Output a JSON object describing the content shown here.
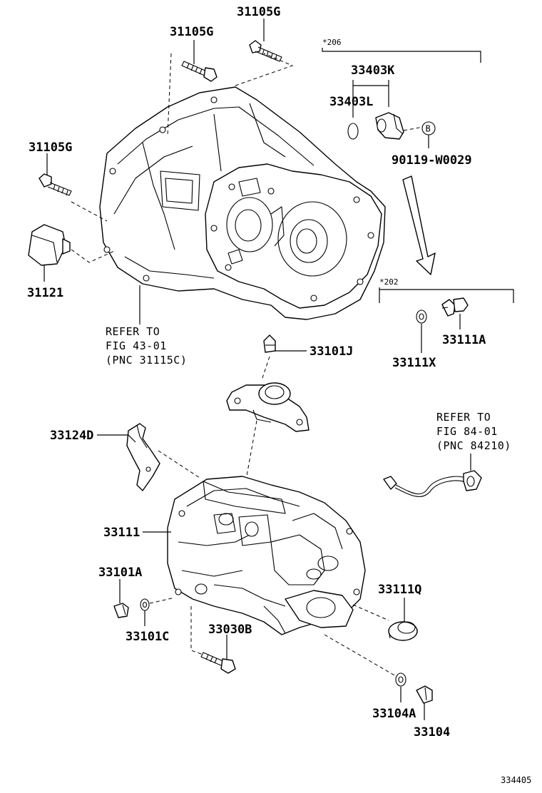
{
  "labels": {
    "bolt_top": "31105G",
    "bolt_mid": "31105G",
    "bolt_left": "31105G",
    "plug_31121": "31121",
    "group_206": "*206",
    "sensor_k": "33403K",
    "oring_l": "33403L",
    "bolt_b": "90119-W0029",
    "circle_b": "B",
    "group_202": "*202",
    "bolt_111a": "33111A",
    "washer_111x": "33111X",
    "breather_101j": "33101J",
    "bracket_124d": "33124D",
    "case_111": "33111",
    "plug_101a": "33101A",
    "gasket_101c": "33101C",
    "bolt_030b": "33030B",
    "seal_111q": "33111Q",
    "gasket_104a": "33104A",
    "plug_104": "33104",
    "figure_number": "334405"
  },
  "refs": {
    "housing": [
      "REFER TO",
      "FIG 43-01",
      "(PNC 31115C)"
    ],
    "harness": [
      "REFER TO",
      "FIG 84-01",
      "(PNC 84210)"
    ]
  }
}
